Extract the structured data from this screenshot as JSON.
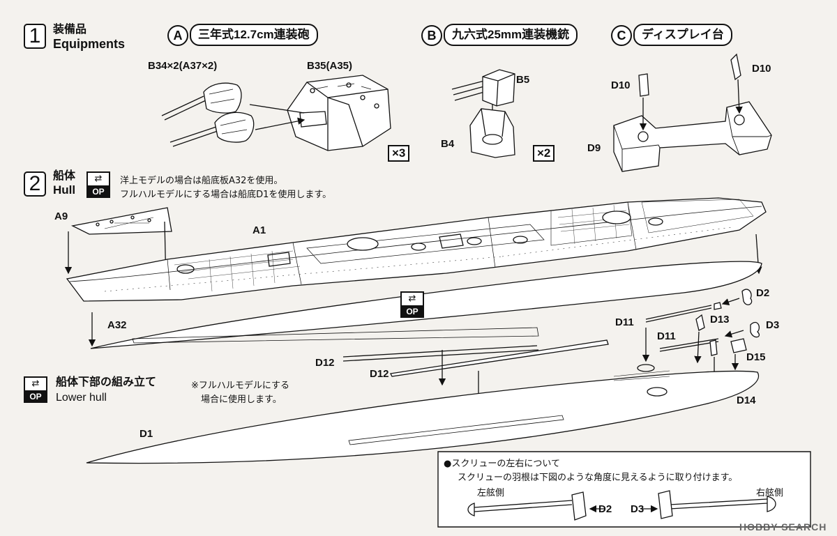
{
  "step1": {
    "number": "1",
    "title_jp": "装備品",
    "title_en": "Equipments"
  },
  "groupA": {
    "letter": "A",
    "title": "三年式12.7cm連装砲",
    "part_barrels": "B34×2(A37×2)",
    "part_turret": "B35(A35)",
    "qty": "×3"
  },
  "groupB": {
    "letter": "B",
    "title": "九六式25mm連装機銃",
    "part_gun": "B5",
    "part_mount": "B4",
    "qty": "×2"
  },
  "groupC": {
    "letter": "C",
    "title": "ディスプレイ台",
    "part_post_left": "D10",
    "part_post_right": "D10",
    "part_base": "D9"
  },
  "step2": {
    "number": "2",
    "title_jp": "船体",
    "title_en": "Hull",
    "op_label": "OP",
    "op_icon": "swap-arrows-icon",
    "note_line1": "洋上モデルの場合は船底板A32を使用。",
    "note_line2": "フルハルモデルにする場合は船底D1を使用します。"
  },
  "hull_labels": {
    "a9": "A9",
    "a1": "A1",
    "a32": "A32",
    "d2": "D2",
    "d11_upper": "D11",
    "d13": "D13",
    "d3": "D3",
    "d11_lower": "D11",
    "d15": "D15",
    "d12_upper": "D12",
    "d12_lower": "D12",
    "d14": "D14",
    "d1": "D1"
  },
  "lower_hull": {
    "op_label": "OP",
    "title_jp": "船体下部の組み立て",
    "title_en": "Lower hull",
    "note_line1": "※フルハルモデルにする",
    "note_line2": "場合に使用します。"
  },
  "screw_note": {
    "line1": "●スクリューの左右について",
    "line2": "スクリューの羽根は下図のような角度に見えるように取り付けます。",
    "port": "左舷側",
    "starboard": "右舷側",
    "d2": "D2",
    "d3": "D3"
  },
  "watermark": "HOBBY SEARCH",
  "colors": {
    "ink": "#111111",
    "paper": "#f4f2ee",
    "part": "#ffffff"
  }
}
